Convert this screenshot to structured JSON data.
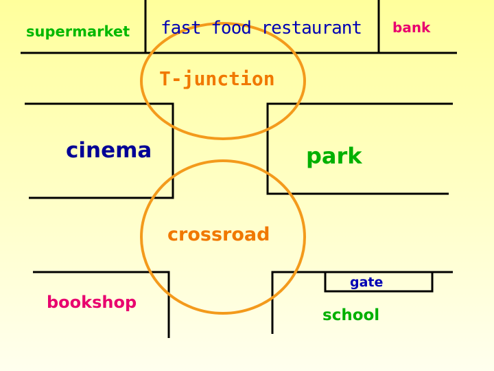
{
  "labels": {
    "supermarket": "supermarket",
    "fast_food_restaurant": "fast food restaurant",
    "bank": "bank",
    "t_junction": "T-junction",
    "cinema": "cinema",
    "park": "park",
    "crossroad": "crossroad",
    "gate": "gate",
    "bookshop": "bookshop",
    "school": "school"
  },
  "colors": {
    "background_top": "#ffff9c",
    "background_bottom": "#ffffee",
    "road_lines": "#000000",
    "circles": "#f39a1c",
    "supermarket": "#00b800",
    "fast_food_restaurant": "#0000b4",
    "bank": "#e8006e",
    "t_junction": "#f07800",
    "cinema": "#000096",
    "park": "#00b000",
    "crossroad": "#f07800",
    "gate": "#0000b4",
    "bookshop": "#e8006e",
    "school": "#00b000"
  }
}
